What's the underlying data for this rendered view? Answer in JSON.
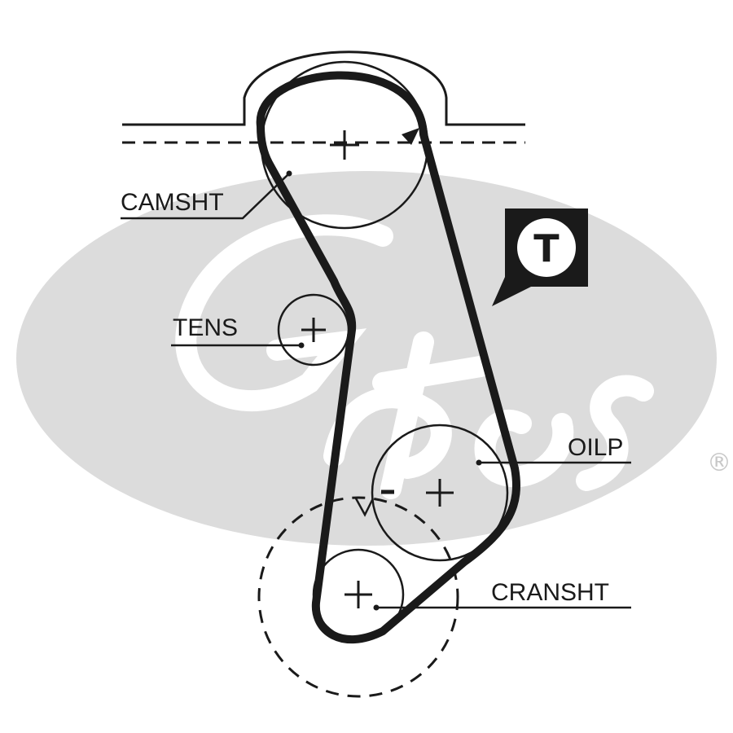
{
  "brand": {
    "watermark_color": "#dcdcdc",
    "registered_mark": "®"
  },
  "labels": {
    "camshaft": "CAMSHT",
    "tensioner": "TENS",
    "oil_pump": "OILP",
    "crankshaft": "CRANSHT"
  },
  "badge": {
    "letter": "T"
  },
  "colors": {
    "line": "#1a1a1a",
    "background": "#ffffff"
  }
}
